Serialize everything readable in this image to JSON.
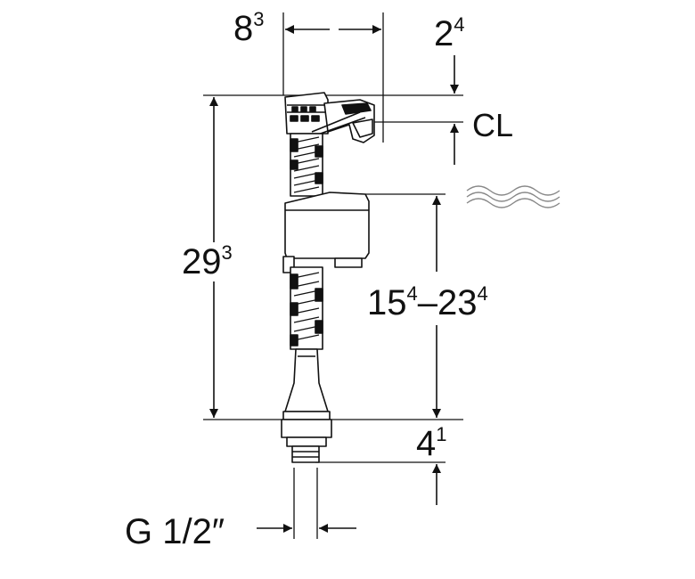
{
  "drawing": {
    "labels": {
      "top_width": {
        "main": "8",
        "sup": "3"
      },
      "top_offset": {
        "main": "2",
        "sup": "4"
      },
      "cl": {
        "text": "CL"
      },
      "total_height": {
        "main": "29",
        "sup": "3"
      },
      "range_a": {
        "main": "15",
        "sup": "4"
      },
      "range_sep": {
        "text": "–"
      },
      "range_b": {
        "main": "23",
        "sup": "4"
      },
      "bottom_offset": {
        "main": "4",
        "sup": "1"
      },
      "thread": {
        "text": "G 1/2″"
      }
    },
    "icons": {
      "water": "water-waves-icon",
      "valve": "fill-valve-icon"
    },
    "colors": {
      "line": "#111111",
      "water": "#888888",
      "background": "#ffffff"
    }
  }
}
